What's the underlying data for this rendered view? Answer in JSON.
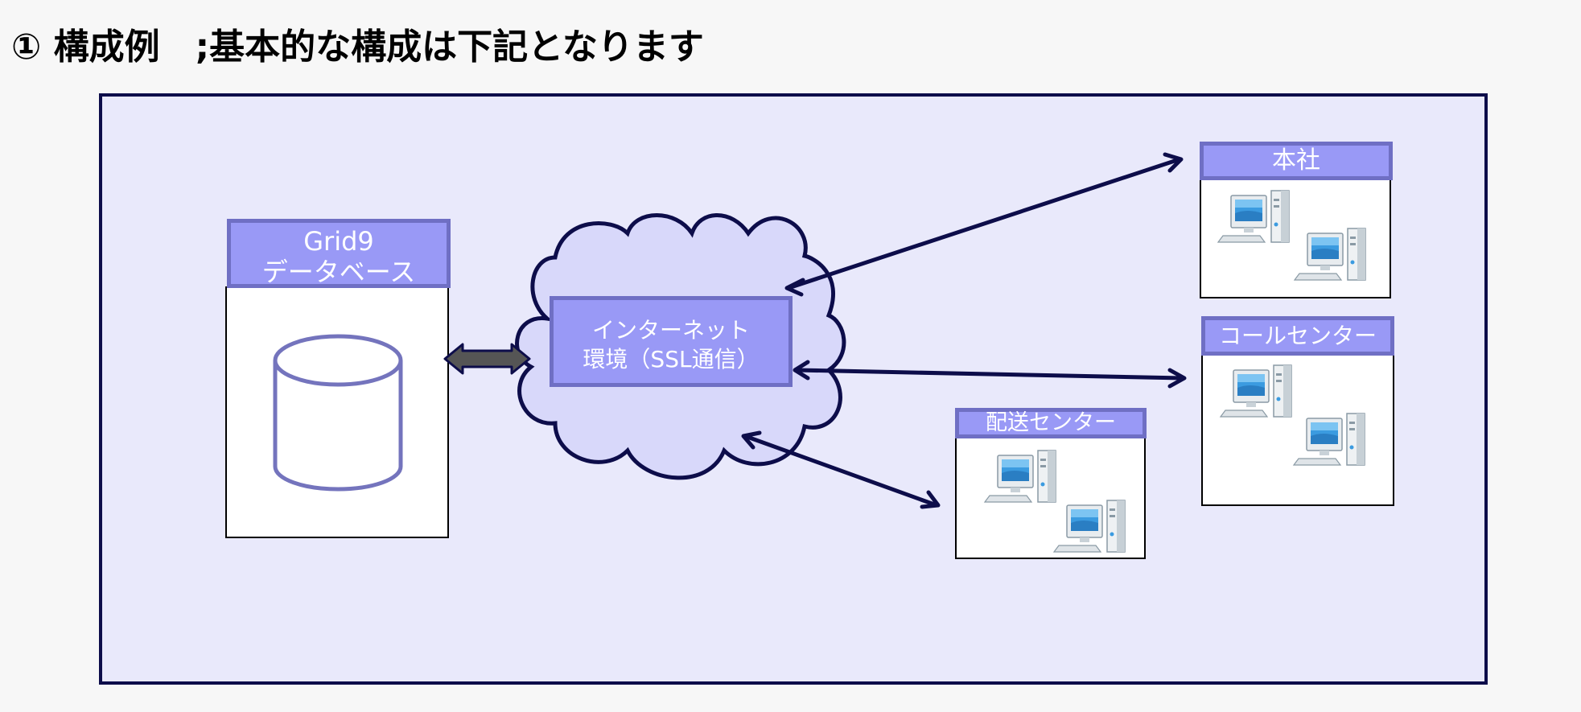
{
  "title": "① 構成例　;基本的な構成は下記となります",
  "database": {
    "label_line1": "Grid9",
    "label_line2": "データベース"
  },
  "internet": {
    "label_line1": "インターネット",
    "label_line2": "環境（SSL通信）"
  },
  "sites": {
    "honsha": "本社",
    "callcenter": "コールセンター",
    "delivery": "配送センター"
  },
  "colors": {
    "frame_border": "#0d0d4a",
    "label_fill": "#9999f6",
    "cloud_fill": "#d8d8fa",
    "arrow": "#0d0d4a"
  }
}
